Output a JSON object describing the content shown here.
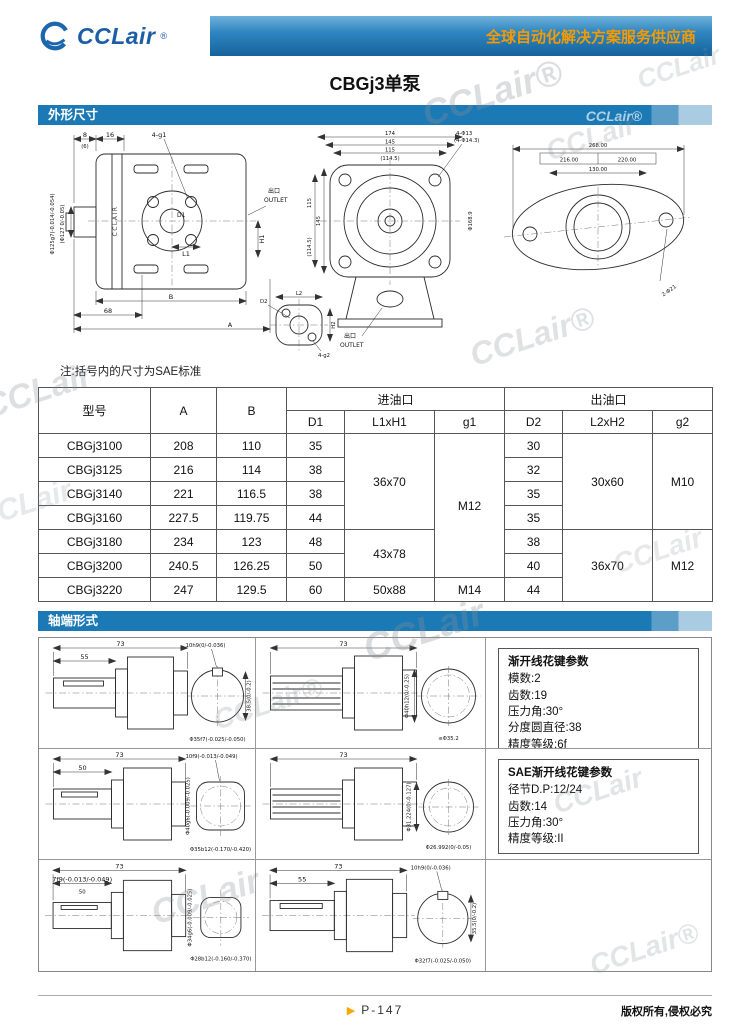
{
  "header": {
    "logo_text": "CCLair",
    "logo_reg": "®",
    "tagline": "全球自动化解决方案服务供应商"
  },
  "page_title": "CBGj3单泵",
  "section_dims": {
    "title": "外形尺寸",
    "note": "注:括号内的尺寸为SAE标准"
  },
  "section_shaft": {
    "title": "轴端形式"
  },
  "drawing": {
    "front": {
      "dim_8": "8",
      "dim_16": "16",
      "dim_6": "(6)",
      "label_4g1": "4-g1",
      "dia_left1": "Φ125g7(-0.014/-0.054)",
      "dia_left2": "(Φ127 0/-0.05)",
      "outlet_cn": "出口",
      "outlet_en": "OUTLET",
      "h1": "H1",
      "l1": "L1",
      "d1": "D1",
      "brand": "CCLAIR",
      "b": "B",
      "dim_68": "68",
      "a": "A"
    },
    "side": {
      "dim_174": "174",
      "dim_145": "145",
      "dim_115": "115",
      "dim_114_5": "(114.5)",
      "holes1": "4-Φ13",
      "holes2": "(4-Φ14.3)",
      "left_145": "145",
      "left_115": "115",
      "left_114_5": "(114.5)",
      "dia_right": "Φ168.9",
      "outlet_cn": "出口",
      "outlet_en": "OUTLET"
    },
    "sae": {
      "dim_268": "268.00",
      "dim_216": "216.00",
      "dim_220": "220.00",
      "dim_130": "130.00",
      "holes": "2-Φ21"
    },
    "detail": {
      "l2": "L2",
      "d2": "D2",
      "h2": "H2",
      "holes": "4-g2"
    }
  },
  "table": {
    "headers": {
      "model": "型号",
      "a": "A",
      "b": "B",
      "inlet": "进油口",
      "outlet": "出油口",
      "d1": "D1",
      "l1h1": "L1xH1",
      "g1": "g1",
      "d2": "D2",
      "l2h2": "L2xH2",
      "g2": "g2"
    },
    "rows": [
      {
        "model": "CBGj3100",
        "a": "208",
        "b": "110",
        "d1": "35",
        "d2": "30"
      },
      {
        "model": "CBGj3125",
        "a": "216",
        "b": "114",
        "d1": "38",
        "d2": "32"
      },
      {
        "model": "CBGj3140",
        "a": "221",
        "b": "116.5",
        "d1": "38",
        "d2": "35"
      },
      {
        "model": "CBGj3160",
        "a": "227.5",
        "b": "119.75",
        "d1": "44",
        "d2": "35"
      },
      {
        "model": "CBGj3180",
        "a": "234",
        "b": "123",
        "d1": "48",
        "d2": "38"
      },
      {
        "model": "CBGj3200",
        "a": "240.5",
        "b": "126.25",
        "d1": "50",
        "d2": "40"
      },
      {
        "model": "CBGj3220",
        "a": "247",
        "b": "129.5",
        "d1": "60",
        "d2": "44"
      }
    ],
    "merged": {
      "l1h1_a": "36x70",
      "l1h1_b": "43x78",
      "l1h1_c": "50x88",
      "g1_a": "M12",
      "g1_b": "M14",
      "l2h2_a": "30x60",
      "l2h2_b": "36x70",
      "g2_a": "M10",
      "g2_b": "M12"
    }
  },
  "shafts": {
    "s1": {
      "total": "73",
      "len": "55",
      "key": "10h9(0/-0.036)",
      "dia": "Φ35f7(-0.025/-0.050)",
      "height": "38.5(0/-0.2)"
    },
    "s2": {
      "total": "73",
      "dia": "Φ40h12(0/-0.25)",
      "max": "≤Φ35.2"
    },
    "s3": {
      "total": "73",
      "len": "50",
      "key": "10f9(-0.013/-0.049)",
      "dia": "Φ35b12(-0.170/-0.420)",
      "dia2": "Φ40g6(-0.009/-0.025)"
    },
    "s4": {
      "total": "73",
      "dia": "Φ31.224(0/-0.127)",
      "dia2": "Φ26.992(0/-0.05)"
    },
    "s5": {
      "total": "73",
      "len": "50",
      "key": "7f9(-0.013/-0.049)",
      "dia": "Φ28b12(-0.160/-0.370)",
      "dia2": "Φ34g6(-0.009/-0.025)"
    },
    "s6": {
      "total": "73",
      "len": "55",
      "key": "10h9(0/-0.036)",
      "dia": "Φ32f7(-0.025/-0.050)",
      "height": "35.5(0/-0.2)"
    }
  },
  "spline_box1": {
    "title": "渐开线花键参数",
    "lines": [
      "模数:2",
      "齿数:19",
      "压力角:30°",
      "分度圆直径:38",
      "精度等级:6f"
    ]
  },
  "spline_box2": {
    "title": "SAE渐开线花键参数",
    "lines": [
      "径节D.P:12/24",
      "齿数:14",
      "压力角:30°",
      "精度等级:II"
    ]
  },
  "footer": {
    "arrow_icon": "▶",
    "page": "P-147",
    "copyright": "版权所有,侵权必究"
  },
  "watermark": "CCLair",
  "watermark_reg": "CCLair®"
}
